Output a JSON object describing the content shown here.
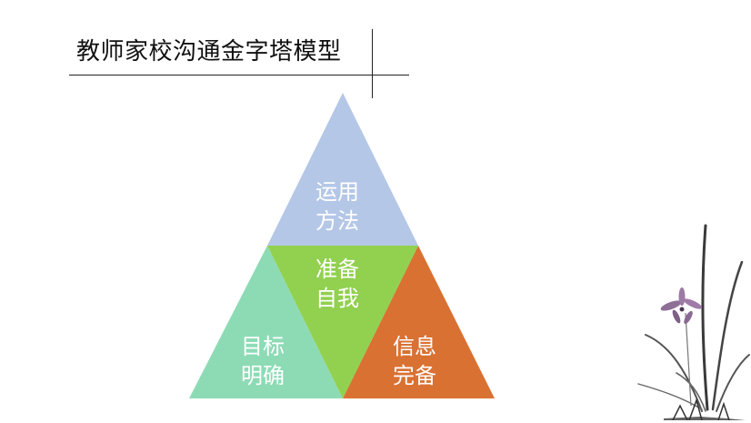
{
  "slide": {
    "title": "教师家校沟通金字塔模型"
  },
  "pyramid": {
    "segments": [
      {
        "id": "top",
        "line1": "运用",
        "line2": "方法",
        "color": "#b4c7e7"
      },
      {
        "id": "center",
        "line1": "准备",
        "line2": "自我",
        "color": "#92d050"
      },
      {
        "id": "left",
        "line1": "目标",
        "line2": "明确",
        "color": "#8ddbb5"
      },
      {
        "id": "right",
        "line1": "信息",
        "line2": "完备",
        "color": "#d97132"
      }
    ]
  },
  "decoration": {
    "orchid": "orchid-ink-painting"
  }
}
